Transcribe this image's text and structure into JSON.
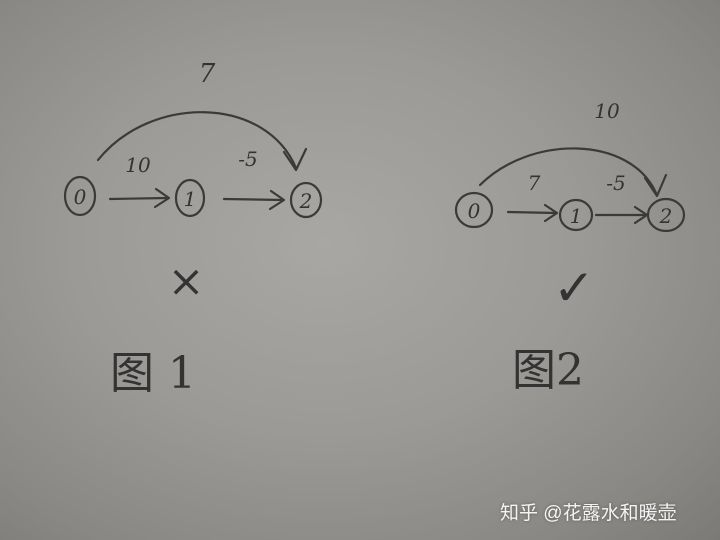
{
  "figures": [
    {
      "nodes": [
        "0",
        "1",
        "2"
      ],
      "edges": [
        {
          "from": "0",
          "to": "1",
          "weight": "10"
        },
        {
          "from": "1",
          "to": "2",
          "weight": "-5"
        },
        {
          "from": "0",
          "to": "2",
          "weight": "7"
        }
      ],
      "mark": "×",
      "caption": "图 1"
    },
    {
      "nodes": [
        "0",
        "1",
        "2"
      ],
      "edges": [
        {
          "from": "0",
          "to": "1",
          "weight": "7"
        },
        {
          "from": "1",
          "to": "2",
          "weight": "-5"
        },
        {
          "from": "0",
          "to": "2",
          "weight": "10"
        }
      ],
      "mark": "✓",
      "caption": "图2"
    }
  ],
  "watermark": "知乎 @花露水和暖壶",
  "colors": {
    "paper": "#9c9a96",
    "ink": "#3a3a3a",
    "watermark": "#f4f4f4"
  }
}
